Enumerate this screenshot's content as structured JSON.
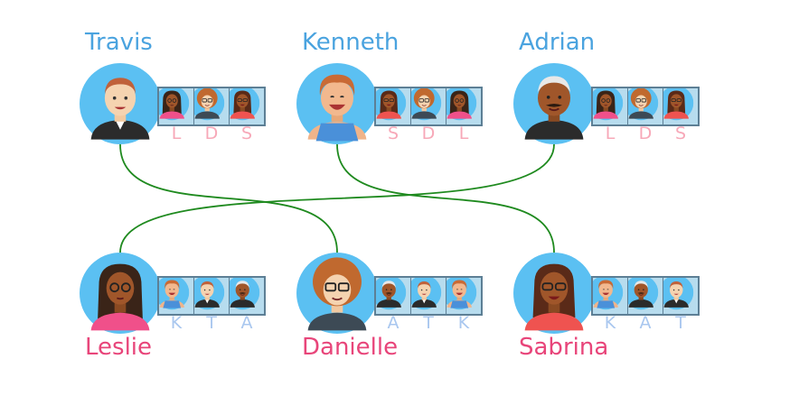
{
  "colors": {
    "top_name": "#4aa3df",
    "bottom_name": "#e8457a",
    "top_initial": "#f7a8b8",
    "bottom_initial": "#a9c7ef",
    "avatar_bg": "#5bc0f2",
    "tile_bg": "#b7dcee",
    "tile_border": "#5d7f95",
    "match_line": "#1f8a1f"
  },
  "top_people": [
    {
      "id": "travis",
      "name": "Travis",
      "icon": "man-short-hair-black-hoodie-avatar-icon",
      "prefs": [
        "L",
        "D",
        "S"
      ]
    },
    {
      "id": "kenneth",
      "name": "Kenneth",
      "icon": "man-curly-hair-overalls-avatar-icon",
      "prefs": [
        "S",
        "D",
        "L"
      ]
    },
    {
      "id": "adrian",
      "name": "Adrian",
      "icon": "man-gray-hair-mustache-avatar-icon",
      "prefs": [
        "L",
        "D",
        "S"
      ]
    }
  ],
  "bottom_people": [
    {
      "id": "leslie",
      "name": "Leslie",
      "icon": "woman-long-hair-glasses-avatar-icon",
      "prefs": [
        "K",
        "T",
        "A"
      ]
    },
    {
      "id": "danielle",
      "name": "Danielle",
      "icon": "woman-curly-hair-glasses-avatar-icon",
      "prefs": [
        "A",
        "T",
        "K"
      ]
    },
    {
      "id": "sabrina",
      "name": "Sabrina",
      "icon": "woman-long-hair-glasses-hoodie-avatar-icon",
      "prefs": [
        "K",
        "A",
        "T"
      ]
    }
  ],
  "matches": [
    [
      "travis",
      "danielle"
    ],
    [
      "kenneth",
      "sabrina"
    ],
    [
      "adrian",
      "leslie"
    ]
  ]
}
